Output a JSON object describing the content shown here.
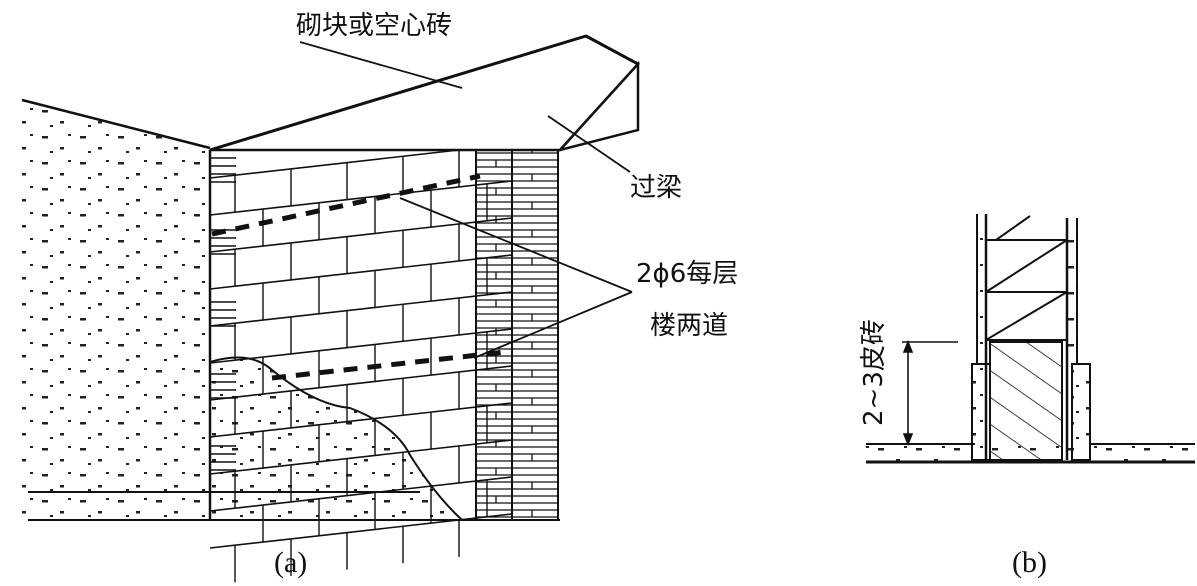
{
  "figure_a": {
    "caption": "(a)",
    "label_blocks": "砌块或空心砖",
    "label_lintel": "过梁",
    "label_rebar_line1": "2ϕ6每层",
    "label_rebar_line2": "楼两道"
  },
  "figure_b": {
    "caption": "(b)",
    "label_height": "2~3皮砖"
  }
}
